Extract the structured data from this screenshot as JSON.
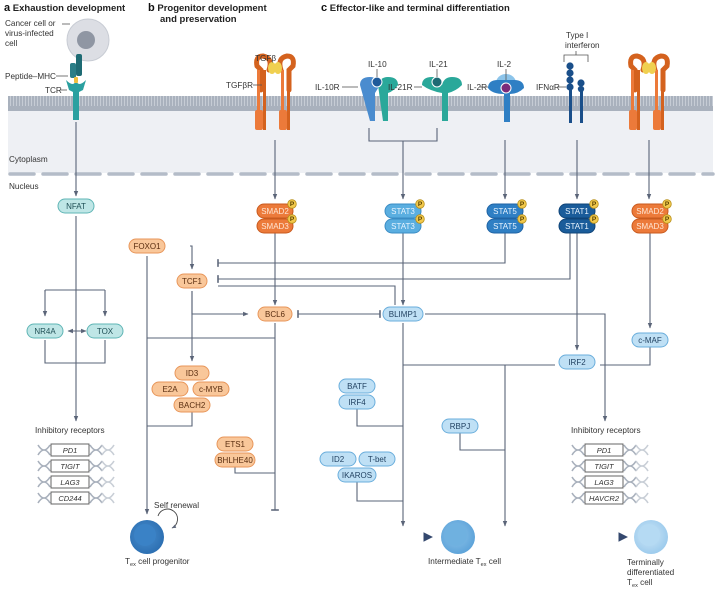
{
  "panels": {
    "a": {
      "letter": "a",
      "title": "Exhaustion development"
    },
    "b": {
      "letter": "b",
      "title_line1": "Progenitor development",
      "title_line2": "and preservation"
    },
    "c": {
      "letter": "c",
      "title": "Effector-like and terminal differentiation"
    }
  },
  "labels": {
    "cancer_cell_line1": "Cancer cell or",
    "cancer_cell_line2": "virus-infected",
    "cancer_cell_line3": "cell",
    "peptide_mhc": "Peptide–MHC",
    "tcr": "TCR",
    "cytoplasm": "Cytoplasm",
    "nucleus": "Nucleus",
    "tgfb": "TGFβ",
    "tgfbr": "TGFβR",
    "il10": "IL-10",
    "il10r": "IL-10R",
    "il21": "IL-21",
    "il21r": "IL-21R",
    "il2": "IL-2",
    "il2r": "IL-2R",
    "type1_ifn_line1": "Type I",
    "type1_ifn_line2": "interferon",
    "ifnar": "IFNαR",
    "self_renewal": "Self renewal",
    "inhibitory_receptors_left": "Inhibitory receptors",
    "inhibitory_receptors_right": "Inhibitory receptors",
    "phospho": "P"
  },
  "nodes": {
    "nfat": "NFAT",
    "nr4a": "NR4A",
    "tox": "TOX",
    "foxo1": "FOXO1",
    "tcf1": "TCF1",
    "bcl6": "BCL6",
    "id3": "ID3",
    "e2a": "E2A",
    "cmyb": "c-MYB",
    "bach2": "BACH2",
    "ets1": "ETS1",
    "bhlhe40": "BHLHE40",
    "smad2_b": "SMAD2",
    "smad3_b": "SMAD3",
    "stat3_a": "STAT3",
    "stat3_b": "STAT3",
    "stat5_a": "STAT5",
    "stat5_b": "STAT5",
    "stat1_a": "STAT1",
    "stat1_b": "STAT1",
    "smad2_c": "SMAD2",
    "smad3_c": "SMAD3",
    "blimp1": "BLIMP1",
    "batf": "BATF",
    "irf4": "IRF4",
    "id2": "ID2",
    "tbet": "T-bet",
    "ikaros": "IKAROS",
    "rbpj": "RBPJ",
    "irf2": "IRF2",
    "cmaf": "c-MAF"
  },
  "genes_left": [
    "PD1",
    "TIGIT",
    "LAG3",
    "CD244"
  ],
  "genes_right": [
    "PD1",
    "TIGIT",
    "LAG3",
    "HAVCR2"
  ],
  "cells": {
    "progenitor": {
      "prefix": "T",
      "sub": "ex",
      "suffix": " cell progenitor"
    },
    "intermediate": {
      "prefix": "Intermediate T",
      "sub": "ex",
      "suffix": " cell"
    },
    "terminal": {
      "line1": "Terminally",
      "line2": "differentiated",
      "prefix": "T",
      "sub": "ex",
      "suffix": " cell"
    }
  },
  "colors": {
    "teal_node_fill": "#bfe6e6",
    "teal_node_stroke": "#5fb5b5",
    "orange_node_fill": "#f9c79a",
    "orange_node_stroke": "#e8965a",
    "smad_fill": "#ec7a3a",
    "stat3_fill": "#5aaee0",
    "stat5_fill": "#2f7fc4",
    "stat1_fill": "#1a5c9a",
    "blue_node_fill": "#bfe0f5",
    "blue_node_stroke": "#6aaedc",
    "membrane": "#aab3c0",
    "cytoplasm_bg": "#eef0f4",
    "line": "#5a6478",
    "arrow_main": "#34486e"
  }
}
